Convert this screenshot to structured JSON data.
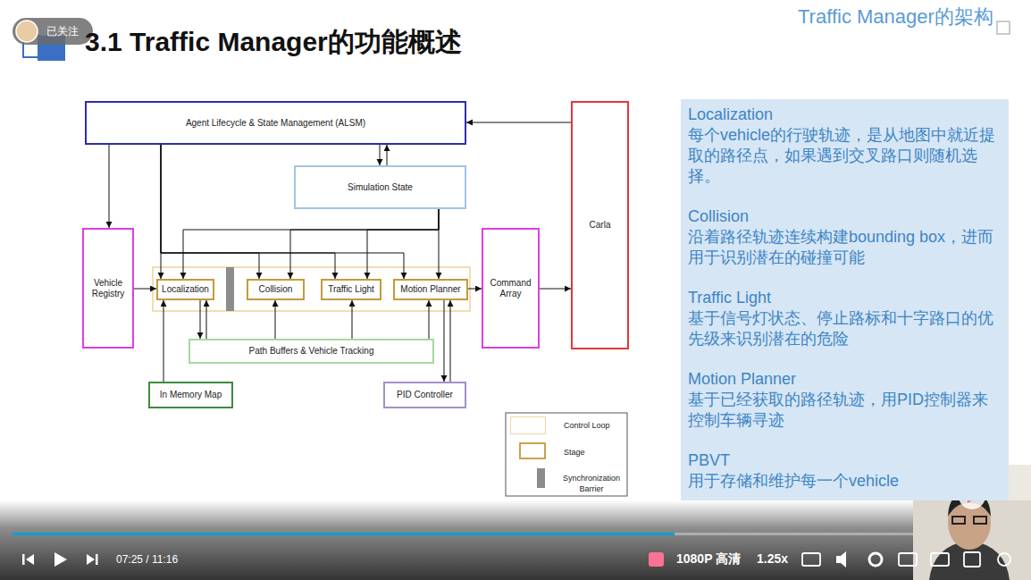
{
  "diagram": {
    "title": "3.1 Traffic Manager的功能概述",
    "nodes": [
      {
        "text": [
          "Agent Lifecycle & State Management (ALSM)"
        ]
      },
      {
        "text": [
          "Carla"
        ]
      },
      {
        "text": [
          "Simulation State"
        ]
      },
      {
        "text": [
          "Vehicle Registry"
        ]
      },
      {
        "text": [
          "Localization"
        ]
      },
      {
        "text": [
          "Collision"
        ]
      },
      {
        "text": [
          "Traffic Light"
        ]
      },
      {
        "text": [
          "Motion Planner"
        ]
      },
      {
        "text": [
          "Command Array"
        ]
      },
      {
        "text": [
          "Path Buffers & Vehicle Tracking"
        ]
      },
      {
        "text": [
          "In Memory Map"
        ]
      },
      {
        "text": [
          "PID Controller"
        ]
      },
      {
        "text": [
          "Localization",
          "每个vehicle的行驶轨迹，是从地图中就近提取的路径点，如果遇到交叉路口则随机选择。",
          "Collision",
          "沿着路径轨迹连续构建bounding box，进而用于识别潜在的碰撞可能",
          "Traffic Light",
          "基于信号灯状态、停止路标和十字路口的优先级来识别潜在的危险",
          "Motion Planner",
          "基于已经获取的路径轨迹，用PID控制器来控制车辆寻迹",
          "PBVT",
          "用于存储和维护每一个vehicle"
        ]
      }
    ],
    "edges": [
      {
        "from": 1,
        "to": 0,
        "arrow": "to"
      },
      {
        "from": 0,
        "to": 3,
        "arrow": "to"
      },
      {
        "from": 0,
        "to": 2,
        "arrow": "to"
      },
      {
        "from": 2,
        "to": 0,
        "arrow": "to"
      },
      {
        "from": 0,
        "to": 4,
        "arrow": "to"
      },
      {
        "from": 0,
        "to": 5,
        "arrow": "to"
      },
      {
        "from": 0,
        "to": 6,
        "arrow": "to"
      },
      {
        "from": 0,
        "to": 7,
        "arrow": "to"
      },
      {
        "from": 2,
        "to": 4,
        "arrow": "to"
      },
      {
        "from": 2,
        "to": 5,
        "arrow": "to"
      },
      {
        "from": 2,
        "to": 6,
        "arrow": "to"
      },
      {
        "from": 2,
        "to": 7,
        "arrow": "to"
      },
      {
        "from": 3,
        "to": 4,
        "arrow": "to"
      },
      {
        "from": 7,
        "to": 8,
        "arrow": "to"
      },
      {
        "from": 8,
        "to": 1,
        "arrow": "to"
      },
      {
        "from": 10,
        "to": 4,
        "arrow": "to"
      },
      {
        "from": 4,
        "to": 9,
        "arrow": "to"
      },
      {
        "from": 9,
        "to": 4,
        "arrow": "to"
      },
      {
        "from": 9,
        "to": 5,
        "arrow": "to"
      },
      {
        "from": 9,
        "to": 6,
        "arrow": "to"
      },
      {
        "from": 9,
        "to": 7,
        "arrow": "to"
      },
      {
        "from": 7,
        "to": 11,
        "arrow": "to"
      },
      {
        "from": 11,
        "to": 7,
        "arrow": "to"
      }
    ],
    "labels": [
      "Traffic Manager的架构",
      "已关注",
      "07:25 / 11:16",
      "1080P 高清",
      "1.25x"
    ],
    "legend": [
      {
        "text": "Control Loop"
      },
      {
        "text": "Stage"
      },
      {
        "text": "Synchronization Barrier",
        "color": "#8c8c8c"
      }
    ]
  }
}
